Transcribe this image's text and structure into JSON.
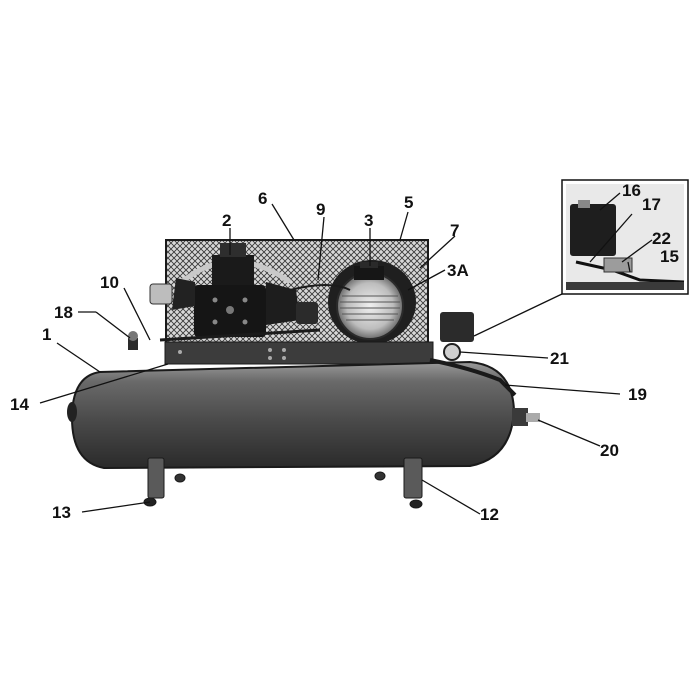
{
  "callouts": [
    {
      "id": "c1",
      "label": "1"
    },
    {
      "id": "c2",
      "label": "2"
    },
    {
      "id": "c3",
      "label": "3"
    },
    {
      "id": "c3a",
      "label": "3A"
    },
    {
      "id": "c5",
      "label": "5"
    },
    {
      "id": "c6",
      "label": "6"
    },
    {
      "id": "c7",
      "label": "7"
    },
    {
      "id": "c9",
      "label": "9"
    },
    {
      "id": "c10",
      "label": "10"
    },
    {
      "id": "c12",
      "label": "12"
    },
    {
      "id": "c13",
      "label": "13"
    },
    {
      "id": "c14",
      "label": "14"
    },
    {
      "id": "c15",
      "label": "15"
    },
    {
      "id": "c16",
      "label": "16"
    },
    {
      "id": "c17",
      "label": "17"
    },
    {
      "id": "c18",
      "label": "18"
    },
    {
      "id": "c19",
      "label": "19"
    },
    {
      "id": "c20",
      "label": "20"
    },
    {
      "id": "c21",
      "label": "21"
    },
    {
      "id": "c22",
      "label": "22"
    }
  ],
  "colors": {
    "tank": "#4a4a4a",
    "tank_highlight": "#8a8a8a",
    "dark_metal": "#1c1c1c",
    "guard_mesh": "#3a3a3a",
    "motor_fan": "#cfcfcf",
    "line": "#111111"
  }
}
